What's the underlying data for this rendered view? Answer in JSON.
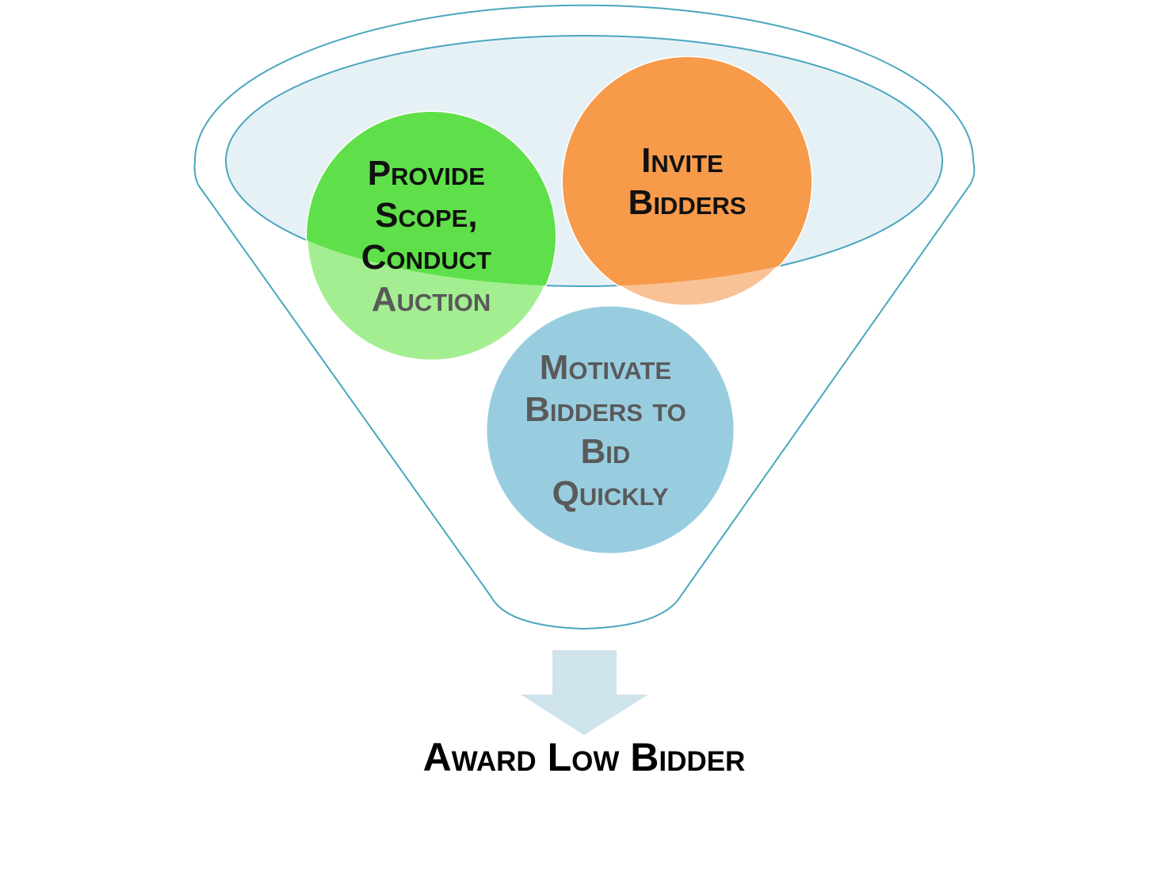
{
  "diagram": {
    "stages": [
      {
        "id": "provide-scope",
        "lines": [
          "Provide",
          "Scope,",
          "Conduct",
          "Auction"
        ],
        "color": "#5fe04a",
        "faded_color": "#a3ee91",
        "text_color": "#111111",
        "faded_text_color": "#595959"
      },
      {
        "id": "invite-bidders",
        "lines": [
          "Invite",
          "Bidders"
        ],
        "color": "#f79a4a",
        "faded_color": "#f9c296",
        "text_color": "#111111",
        "faded_text_color": "#595959"
      },
      {
        "id": "motivate-bidders",
        "lines": [
          "Motivate",
          "Bidders to",
          "Bid",
          "Quickly"
        ],
        "color": "#98cddf",
        "faded_color": "#98cddf",
        "text_color": "#5a5a5a",
        "faded_text_color": "#5a5a5a"
      }
    ],
    "result": {
      "label": "Award Low Bidder"
    },
    "colors": {
      "funnel_outline": "#4aa6bf",
      "rim_fill": "#dcebf2",
      "arrow": "#cfe3ec"
    }
  }
}
